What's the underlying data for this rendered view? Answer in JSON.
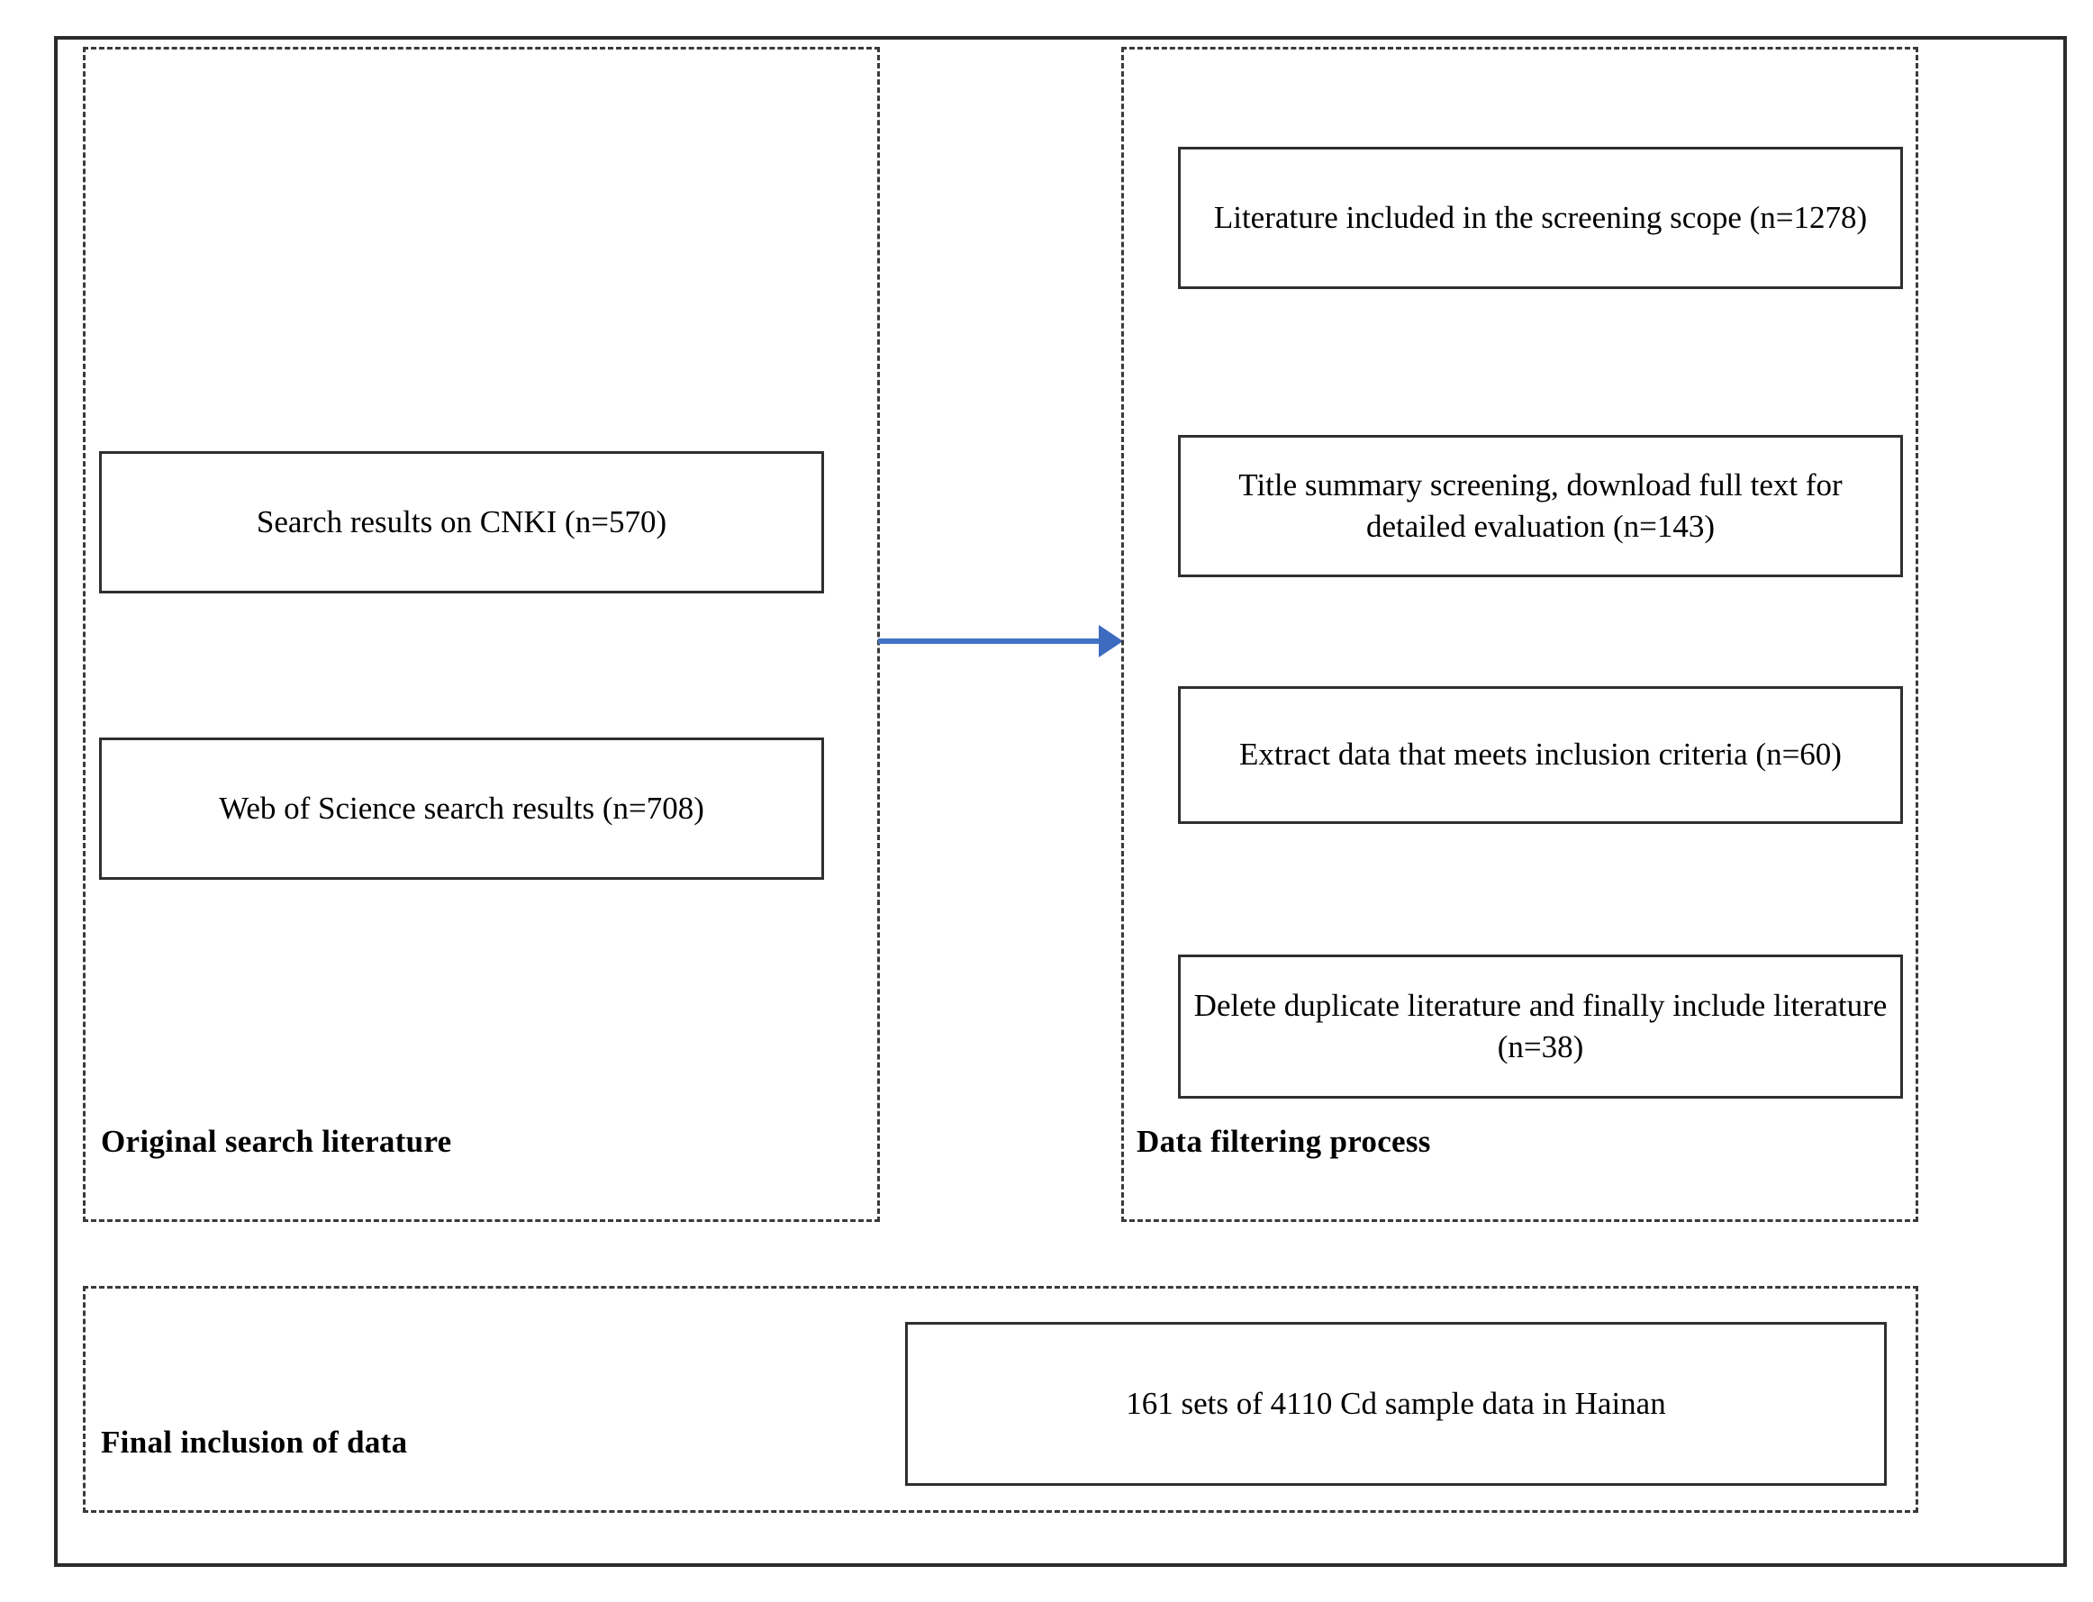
{
  "figure": {
    "type": "flowchart",
    "orientation": "left-to-right",
    "sections": [
      {
        "id": "original",
        "label": "Original search literature",
        "nodes": [
          {
            "id": "cnki",
            "text": "Search results on CNKI (n=570)",
            "count": 570
          },
          {
            "id": "wos",
            "text": "Web of Science search results (n=708)",
            "count": 708
          }
        ]
      },
      {
        "id": "filtering",
        "label": "Data filtering process",
        "nodes": [
          {
            "id": "screening_scope",
            "text": "Literature included in the screening scope (n=1278)",
            "count": 1278
          },
          {
            "id": "title_summary",
            "text": "Title summary screening, download full text for detailed evaluation (n=143)",
            "count": 143
          },
          {
            "id": "extract_data",
            "text": "Extract data that meets inclusion criteria (n=60)",
            "count": 60
          },
          {
            "id": "delete_duplicate",
            "text": "Delete duplicate literature and finally include literature (n=38)",
            "count": 38
          }
        ]
      },
      {
        "id": "final",
        "label": "Final inclusion of data",
        "nodes": [
          {
            "id": "final_data",
            "text": "161 sets of 4110 Cd sample data in Hainan",
            "sets": 161,
            "samples": 4110
          }
        ]
      }
    ],
    "connectors": [
      {
        "id": "original-to-filtering",
        "from": "original",
        "to": "filtering",
        "style": "single-headed-arrow",
        "color": "#4472C4"
      }
    ],
    "colors": {
      "arrow": "#4472C4",
      "node_border": "#2f2f2f",
      "section_border": "#3a3a3a",
      "outer_border": "#2b2b2b",
      "background": "#ffffff",
      "text": "#000000"
    }
  }
}
